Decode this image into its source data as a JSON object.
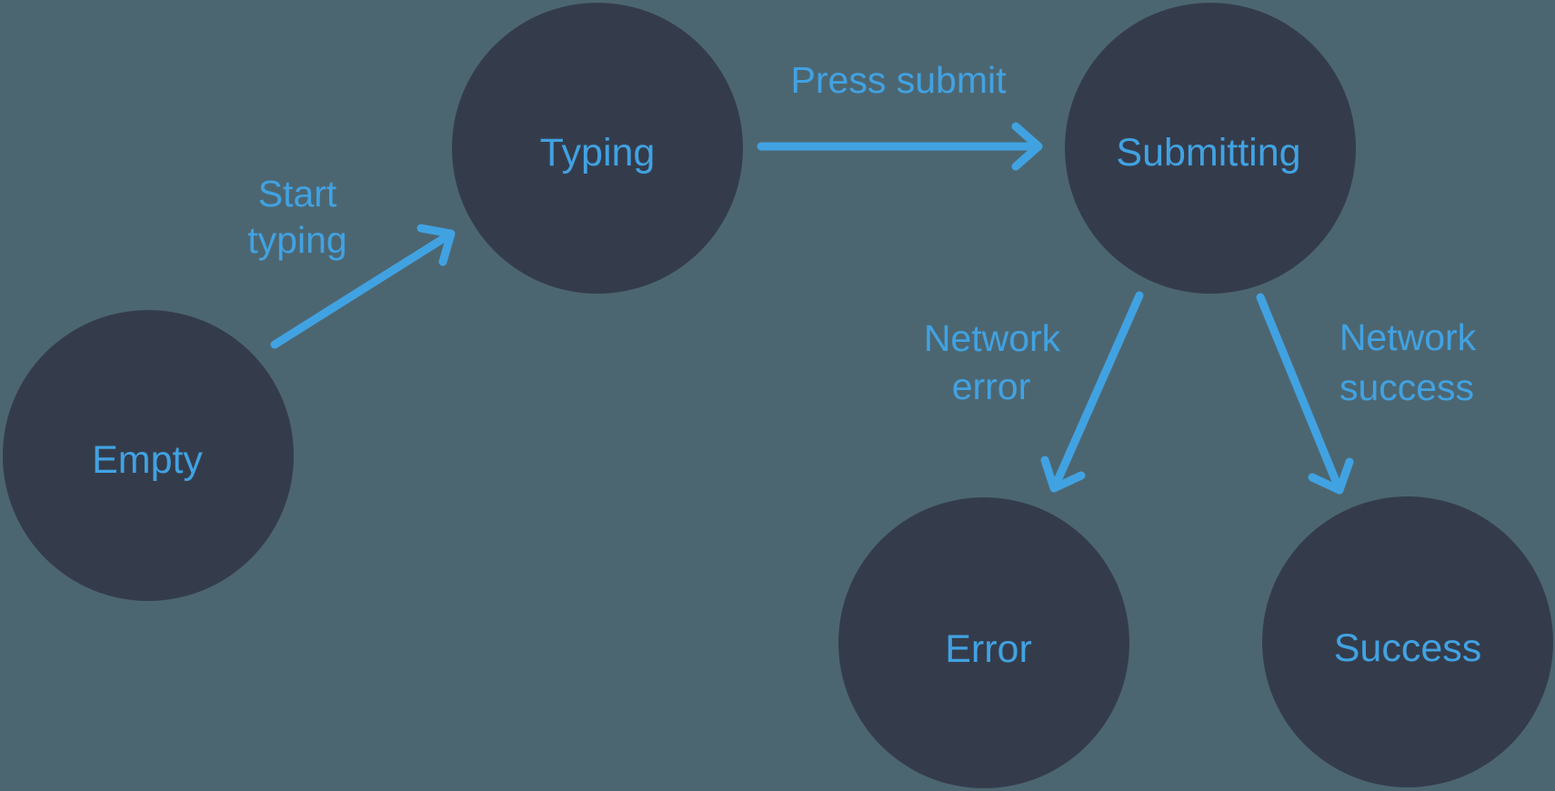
{
  "diagram": {
    "kind": "state-machine",
    "states": [
      {
        "id": "empty",
        "label": "Empty"
      },
      {
        "id": "typing",
        "label": "Typing"
      },
      {
        "id": "submitting",
        "label": "Submitting"
      },
      {
        "id": "error",
        "label": "Error"
      },
      {
        "id": "success",
        "label": "Success"
      }
    ],
    "transitions": [
      {
        "from": "empty",
        "to": "typing",
        "label": "Start typing",
        "lines": [
          "Start",
          "typing"
        ]
      },
      {
        "from": "typing",
        "to": "submitting",
        "label": "Press submit",
        "lines": [
          "Press submit"
        ]
      },
      {
        "from": "submitting",
        "to": "error",
        "label": "Network error",
        "lines": [
          "Network",
          "error"
        ]
      },
      {
        "from": "submitting",
        "to": "success",
        "label": "Network success",
        "lines": [
          "Network",
          "success"
        ]
      }
    ]
  },
  "colors": {
    "background": "#4c6671",
    "node_fill": "#343c4b",
    "accent": "#41a2e2"
  }
}
